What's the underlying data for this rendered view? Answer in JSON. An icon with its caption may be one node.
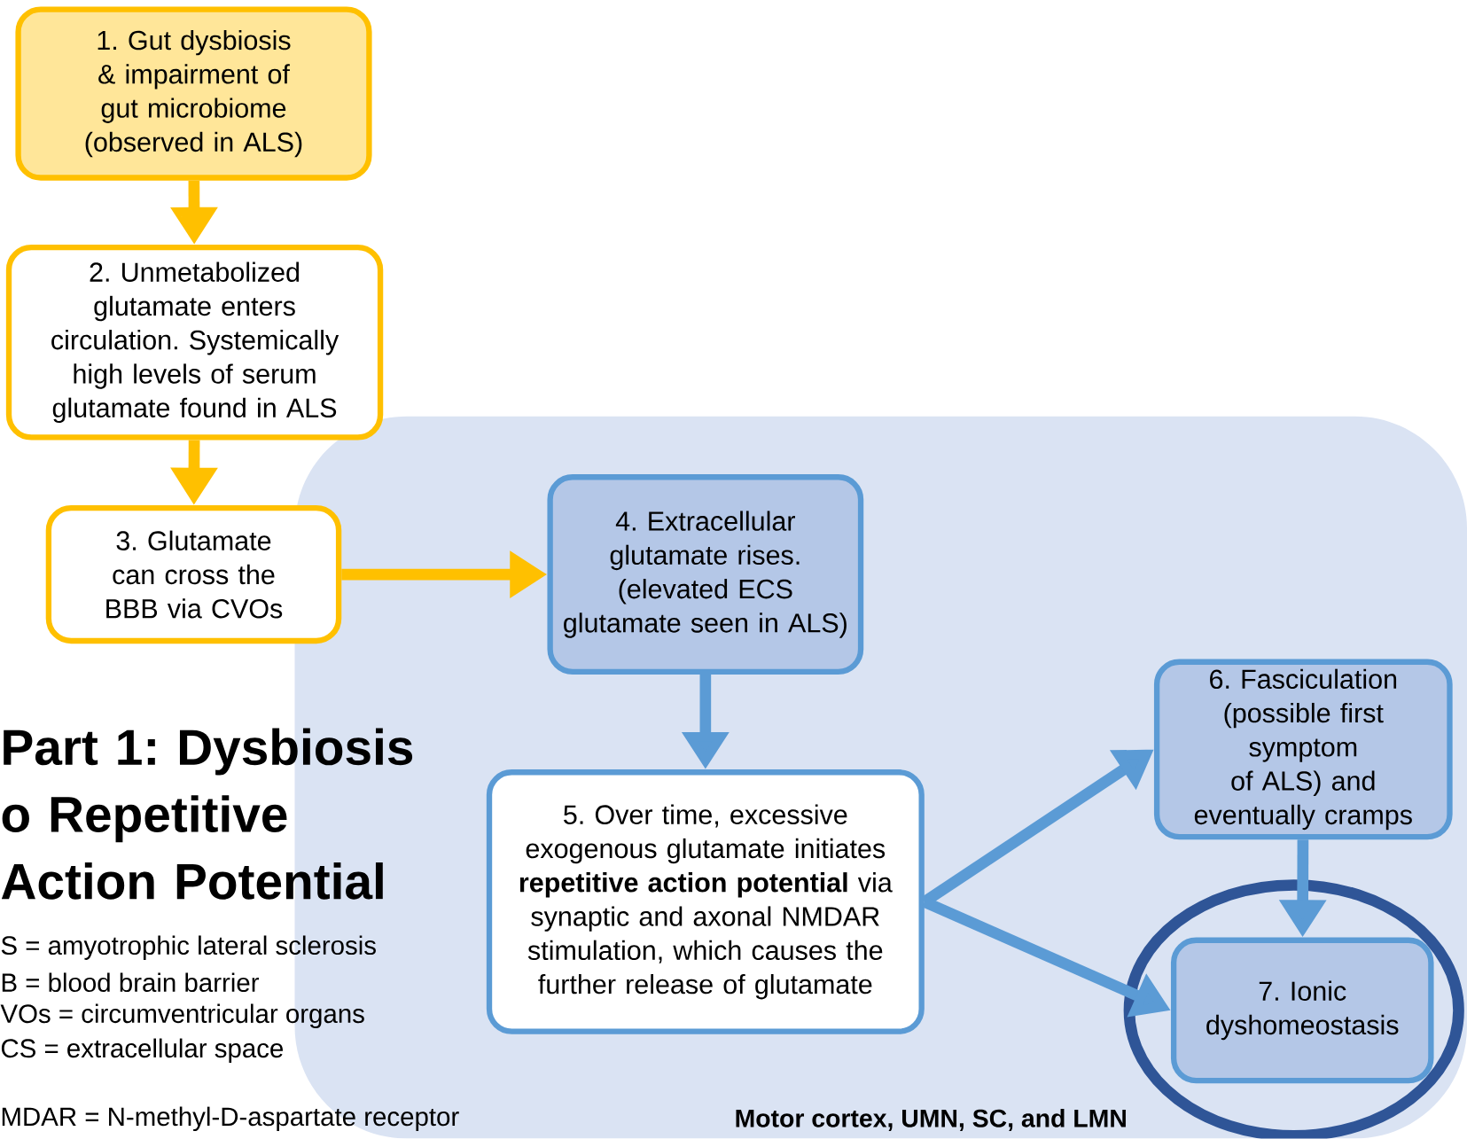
{
  "diagram": {
    "title": "Part 1: Dysbiosis o Repetitive Action Potential",
    "nodes": [
      {
        "text": [
          "1. Gut dysbiosis & impairment of gut microbiome (observed in ALS)"
        ]
      },
      {
        "text": [
          "2. Unmetabolized glutamate enters circulation. Systemically high levels of serum glutamate found in ALS"
        ]
      },
      {
        "text": [
          "3. Glutamate can cross the BBB via CVOs"
        ]
      },
      {
        "text": [
          "Motor cortex, UMN, SC, and LMN"
        ]
      },
      {
        "text": [
          "4. Extracellular glutamate rises. (elevated ECS glutamate seen in ALS)"
        ],
        "in": 3
      },
      {
        "text": [
          "5. Over time, excessive exogenous glutamate initiates **repetitive action potential** via synaptic and axonal NMDAR stimulation, which causes the further release of glutamate"
        ],
        "in": 3
      },
      {
        "text": [
          "6. Fasciculation (possible first symptom of ALS) and eventually cramps"
        ],
        "in": 3
      },
      {
        "text": [
          "7. Ionic dyshomeostasis"
        ],
        "in": 3
      }
    ],
    "edges": [
      {
        "from": 0,
        "to": 1,
        "arrow": "to",
        "color": "#ffc000"
      },
      {
        "from": 1,
        "to": 2,
        "arrow": "to",
        "color": "#ffc000"
      },
      {
        "from": 2,
        "to": 4,
        "arrow": "to",
        "color": "#ffc000"
      },
      {
        "from": 4,
        "to": 5,
        "arrow": "to"
      },
      {
        "from": 5,
        "to": 6,
        "arrow": "to"
      },
      {
        "from": 5,
        "to": 7,
        "arrow": "to"
      },
      {
        "from": 6,
        "to": 7,
        "arrow": "to"
      }
    ],
    "labels": [
      "S = amyotrophic lateral sclerosis",
      "B = blood brain barrier",
      "VOs = circumventricular organs",
      "CS = extracellular space",
      "MDAR = N-methyl-D-aspartate receptor"
    ]
  }
}
